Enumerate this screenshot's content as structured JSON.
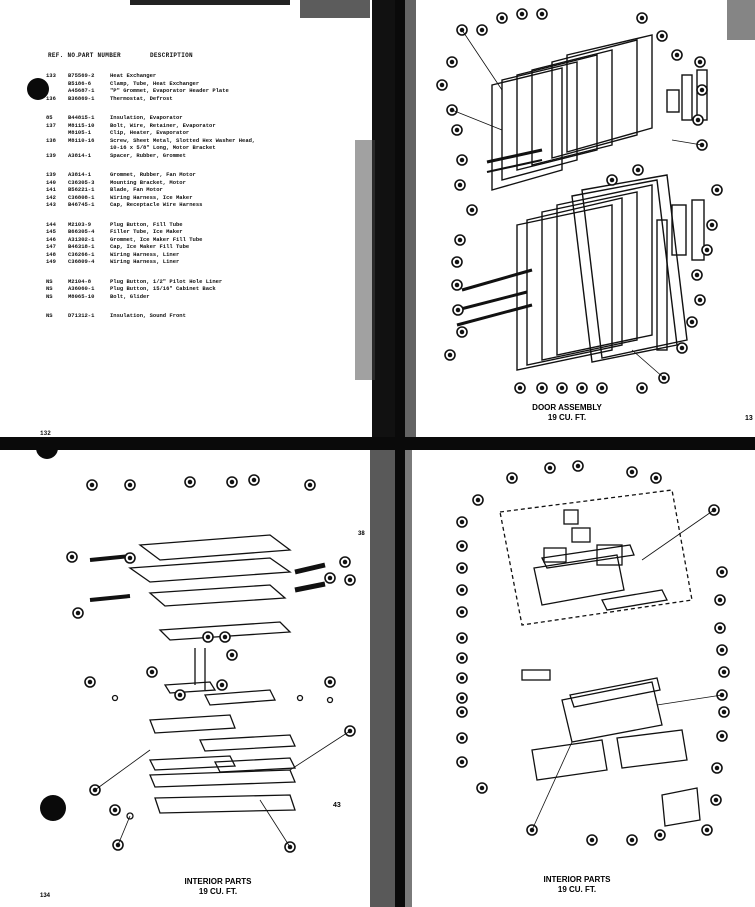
{
  "parts_list": {
    "headers": {
      "ref_no": "REF. NO.",
      "part_number": "PART NUMBER",
      "description": "DESCRIPTION"
    },
    "groups": [
      [
        {
          "ref": "133",
          "part": "B75569-2",
          "desc": "Heat Exchanger"
        },
        {
          "ref": "",
          "part": "B5186-6",
          "desc": "Clamp, Tube, Heat Exchanger"
        },
        {
          "ref": "",
          "part": "A45687-1",
          "desc": "\"P\" Grommet, Evaporator Header Plate"
        },
        {
          "ref": "136",
          "part": "B36869-1",
          "desc": "Thermostat, Defrost"
        }
      ],
      [
        {
          "ref": "85",
          "part": "B44815-1",
          "desc": "Insulation, Evaporator"
        },
        {
          "ref": "137",
          "part": "M8115-10",
          "desc": "Bolt, Wire, Retainer, Evaporator"
        },
        {
          "ref": "",
          "part": "M8105-1",
          "desc": "Clip, Heater, Evaporator"
        },
        {
          "ref": "138",
          "part": "M8110-16",
          "desc": "Screw, Sheet Metal, Slotted Hex Washer Head,"
        },
        {
          "ref": "",
          "part": "",
          "desc": "10-16 x 5/8\" Long, Motor Bracket"
        },
        {
          "ref": "139",
          "part": "A3814-1",
          "desc": "Spacer, Rubber, Grommet"
        }
      ],
      [
        {
          "ref": "139",
          "part": "A3814-1",
          "desc": "Grommet, Rubber, Fan Motor"
        },
        {
          "ref": "140",
          "part": "C36305-3",
          "desc": "Mounting Bracket, Motor"
        },
        {
          "ref": "141",
          "part": "B56221-1",
          "desc": "Blade, Fan Motor"
        },
        {
          "ref": "142",
          "part": "C36808-1",
          "desc": "Wiring Harness, Ice Maker"
        },
        {
          "ref": "143",
          "part": "B46745-1",
          "desc": "Cap, Receptacle Wire Harness"
        }
      ],
      [
        {
          "ref": "144",
          "part": "M2103-9",
          "desc": "Plug Button, Fill Tube"
        },
        {
          "ref": "145",
          "part": "B66305-4",
          "desc": "Filler Tube, Ice Maker"
        },
        {
          "ref": "146",
          "part": "A31302-1",
          "desc": "Grommet, Ice Maker Fill Tube"
        },
        {
          "ref": "147",
          "part": "B46318-1",
          "desc": "Cap, Ice Maker Fill Tube"
        },
        {
          "ref": "148",
          "part": "C36266-1",
          "desc": "Wiring Harness, Liner"
        },
        {
          "ref": "149",
          "part": "C36809-4",
          "desc": "Wiring Harness, Liner"
        }
      ],
      [
        {
          "ref": "NS",
          "part": "M2104-8",
          "desc": "Plug Button, 1/2\" Pilot Hole Liner"
        },
        {
          "ref": "NS",
          "part": "A36060-1",
          "desc": "Plug Button, 15/16\" Cabinet Back"
        },
        {
          "ref": "NS",
          "part": "M8065-10",
          "desc": "Bolt, Glider"
        }
      ],
      [
        {
          "ref": "NS",
          "part": "D71312-1",
          "desc": "Insulation, Sound Front"
        }
      ]
    ]
  },
  "captions": {
    "door_assembly": [
      "DOOR ASSEMBLY",
      "19 CU. FT."
    ],
    "interior_left": [
      "INTERIOR PARTS",
      "19 CU. FT."
    ],
    "interior_right": [
      "INTERIOR PARTS",
      "19 CU. FT."
    ]
  },
  "page_numbers": {
    "top_left": "132",
    "bottom_left": "134",
    "top_right_edge": "13"
  },
  "interior_left_plain_numbers": {
    "n38": "38",
    "n43": "43"
  },
  "colors": {
    "ink": "#111111",
    "paper": "#ffffff",
    "bar": "#0a0a0a"
  }
}
